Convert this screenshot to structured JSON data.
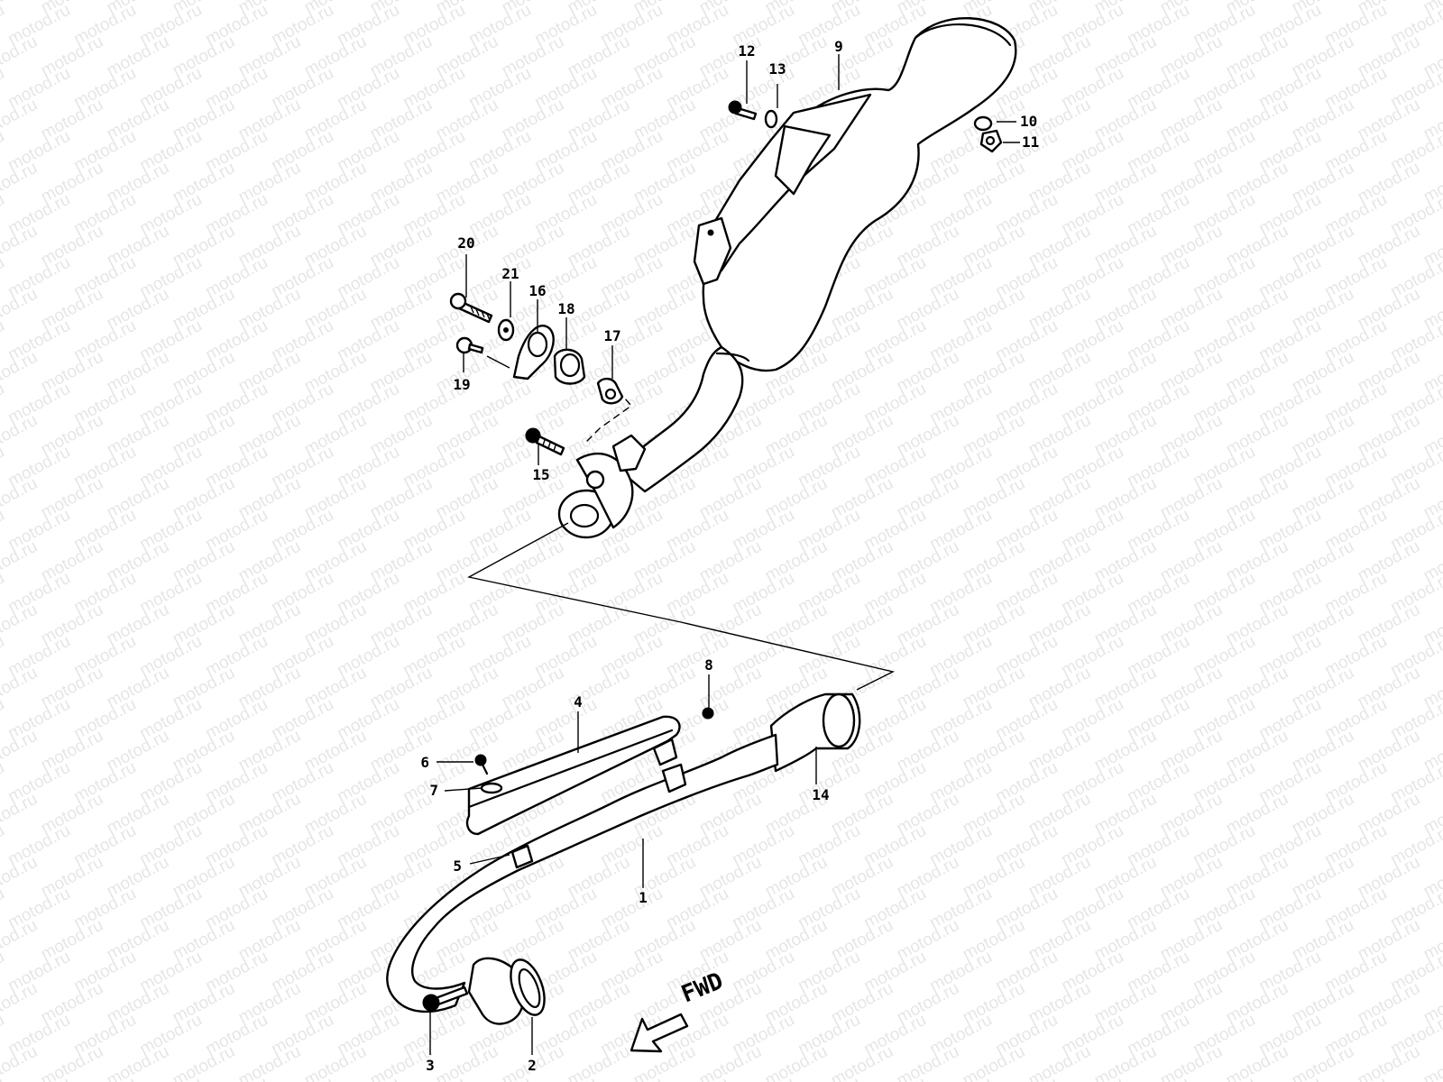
{
  "watermark": {
    "text": "motod.ru",
    "color": "#000000",
    "opacity": 0.1
  },
  "diagram": {
    "forward_label": "FWD",
    "callouts": [
      {
        "id": "1",
        "label": "1"
      },
      {
        "id": "2",
        "label": "2"
      },
      {
        "id": "3",
        "label": "3"
      },
      {
        "id": "4",
        "label": "4"
      },
      {
        "id": "5",
        "label": "5"
      },
      {
        "id": "6",
        "label": "6"
      },
      {
        "id": "7",
        "label": "7"
      },
      {
        "id": "8",
        "label": "8"
      },
      {
        "id": "9",
        "label": "9"
      },
      {
        "id": "10",
        "label": "10"
      },
      {
        "id": "11",
        "label": "11"
      },
      {
        "id": "12",
        "label": "12"
      },
      {
        "id": "13",
        "label": "13"
      },
      {
        "id": "14",
        "label": "14"
      },
      {
        "id": "15",
        "label": "15"
      },
      {
        "id": "16",
        "label": "16"
      },
      {
        "id": "17",
        "label": "17"
      },
      {
        "id": "18",
        "label": "18"
      },
      {
        "id": "19",
        "label": "19"
      },
      {
        "id": "20",
        "label": "20"
      },
      {
        "id": "21",
        "label": "21"
      }
    ]
  }
}
